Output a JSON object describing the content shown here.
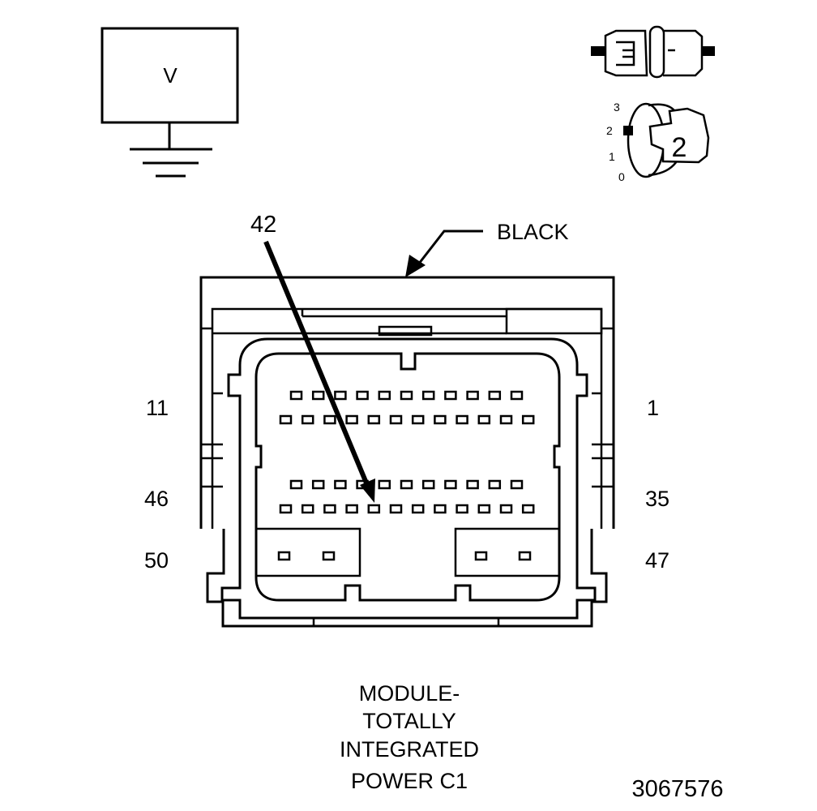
{
  "meter": {
    "symbol": "V",
    "icon": "voltmeter-icon"
  },
  "connection_icon": "connector-connected-icon",
  "ignition": {
    "icon": "ignition-key-icon",
    "positions": [
      "3",
      "2",
      "1",
      "0"
    ],
    "key_label": "2"
  },
  "connector": {
    "color_label": "BLACK",
    "callout_pin": "42",
    "pin_labels": {
      "row1_left": "11",
      "row1_right": "1",
      "row2_left": "46",
      "row2_right": "35",
      "row3_left": "50",
      "row3_right": "47"
    },
    "caption": [
      "MODULE-",
      "TOTALLY",
      "INTEGRATED",
      "POWER C1"
    ]
  },
  "figure_id": "3067576"
}
